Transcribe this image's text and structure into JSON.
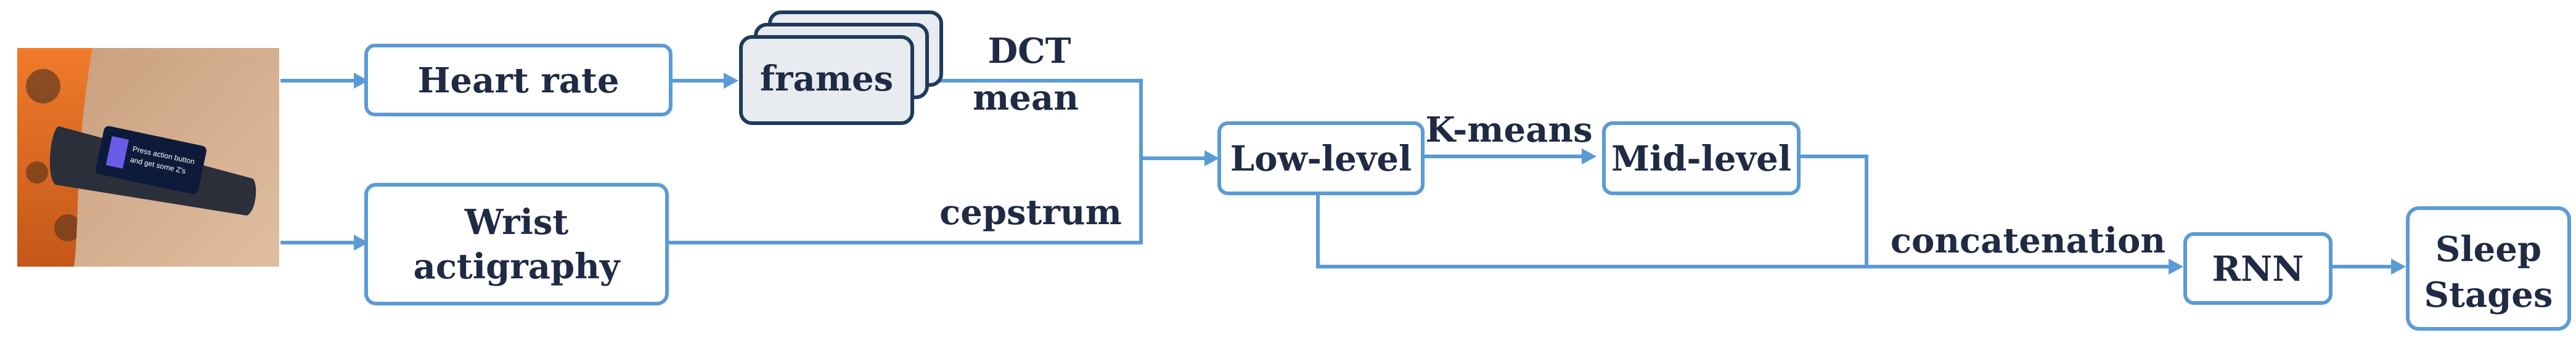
{
  "diagram": {
    "nodes": {
      "heart_rate": "Heart rate",
      "frames": "frames",
      "wrist_line1": "Wrist",
      "wrist_line2": "actigraphy",
      "low_level": "Low-level",
      "mid_level": "Mid-level",
      "rnn": "RNN",
      "sleep_line1": "Sleep",
      "sleep_line2": "Stages"
    },
    "edge_labels": {
      "dct": "DCT",
      "mean": "mean",
      "cepstrum": "cepstrum",
      "kmeans": "K-means",
      "concatenation": "concatenation"
    },
    "device_screen_text": {
      "line1": "Press action button",
      "line2": "and get some Z's"
    },
    "colors": {
      "arrow": "#5b9bd5",
      "text": "#1f2a44",
      "frames_fill": "#e8ebef",
      "frames_border": "#1f3b5c"
    }
  }
}
